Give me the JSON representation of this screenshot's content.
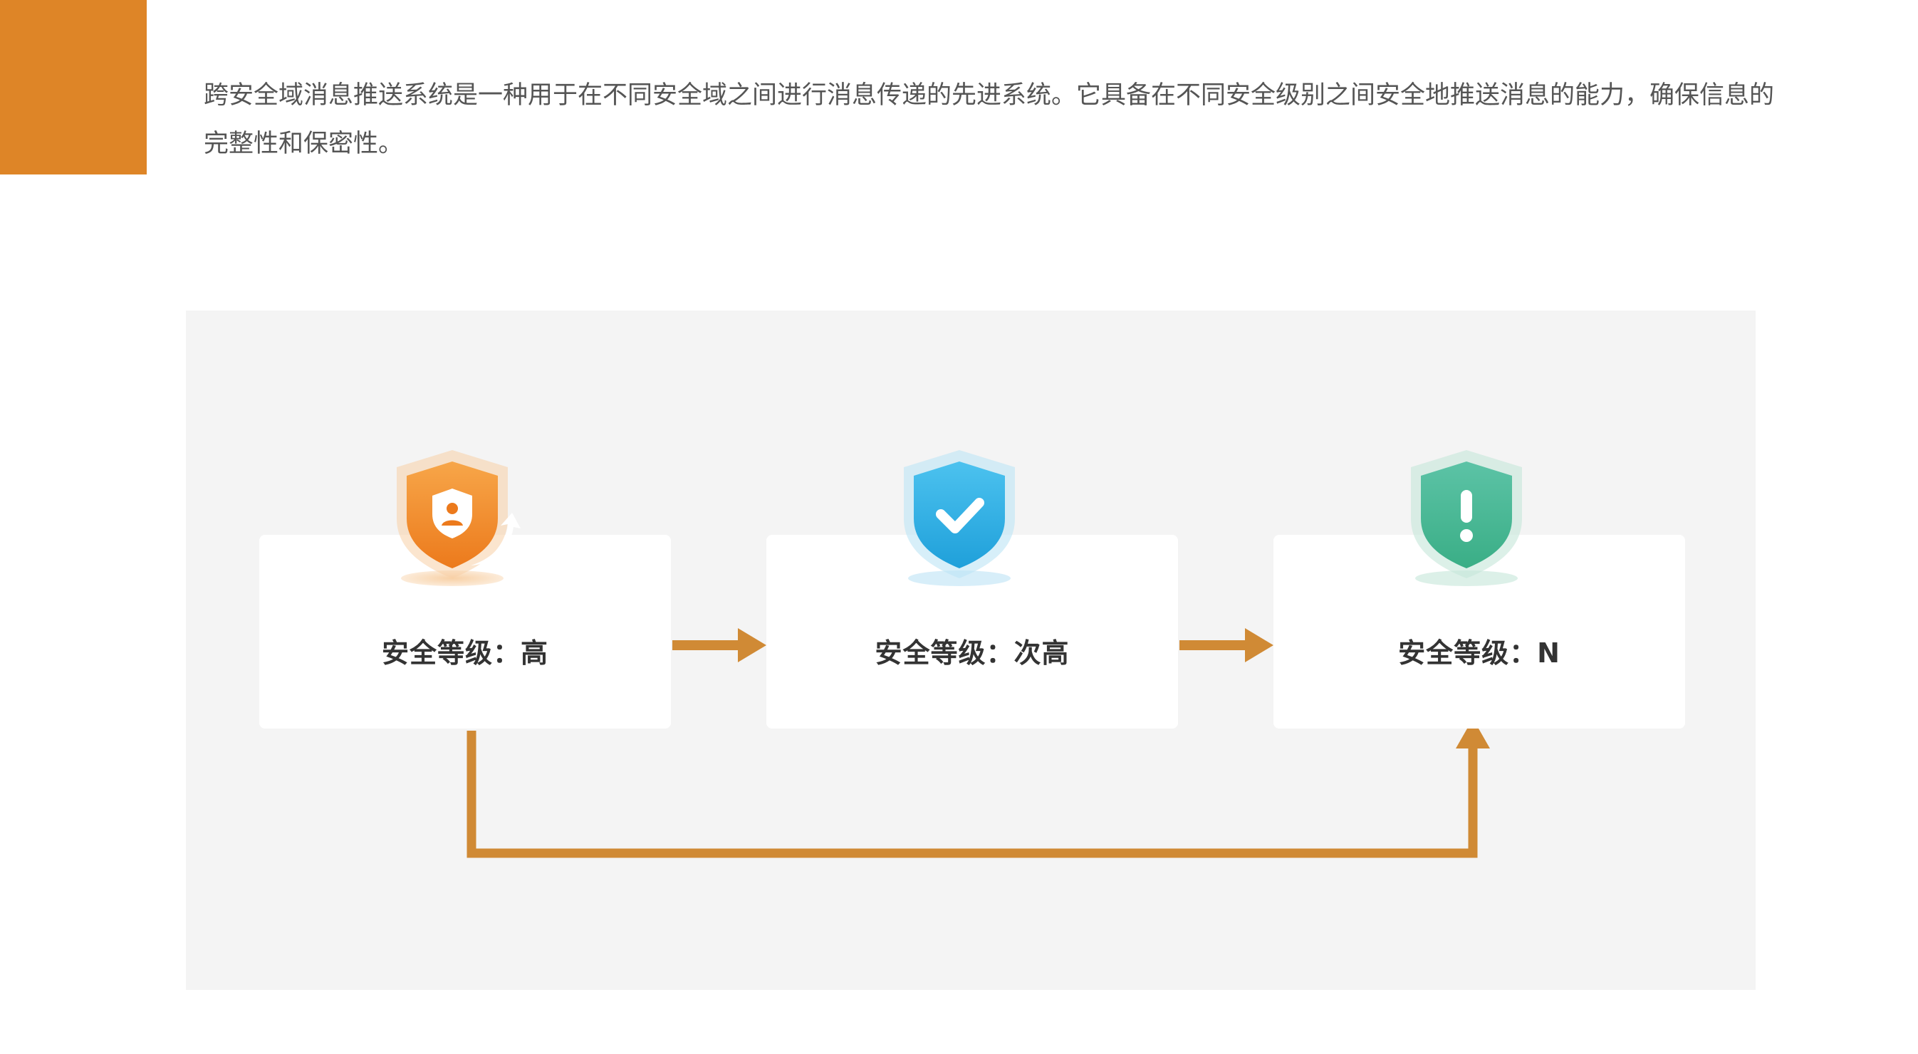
{
  "intro_text": "跨安全域消息推送系统是一种用于在不同安全域之间进行消息传递的先进系统。它具备在不同安全级别之间安全地推送消息的能力，确保信息的完整性和保密性。",
  "nodes": [
    {
      "label": "安全等级：高",
      "icon": "user-shield-icon",
      "color": "#F08A24"
    },
    {
      "label": "安全等级：次高",
      "icon": "check-shield-icon",
      "color": "#29A9E0"
    },
    {
      "label": "安全等级：N",
      "icon": "alert-shield-icon",
      "color": "#3FAF8A"
    }
  ],
  "colors": {
    "accent": "#DE8527",
    "arrow": "#D08A35",
    "panel": "#F4F4F4"
  }
}
